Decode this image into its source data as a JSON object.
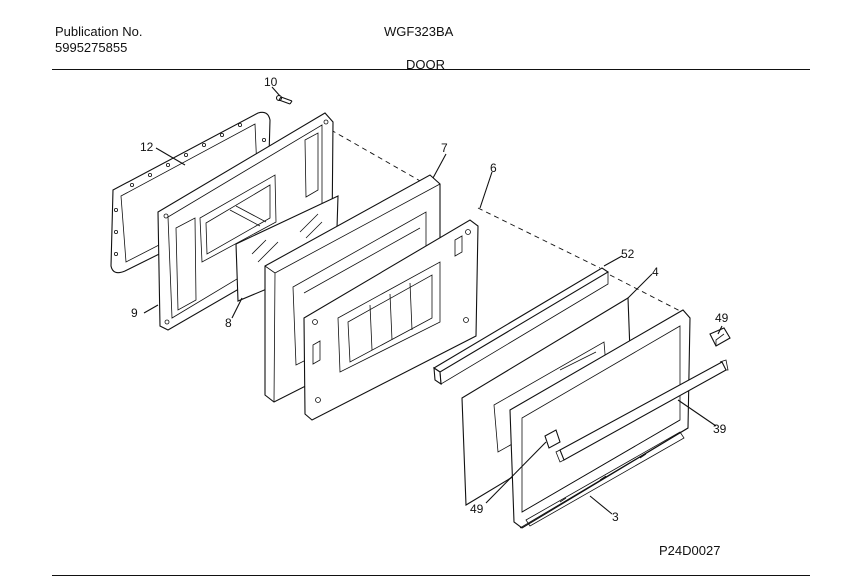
{
  "header": {
    "publication_label": "Publication No.",
    "publication_number": "5995275855",
    "model": "WGF323BA",
    "section": "DOOR"
  },
  "figure_code": "P24D0027",
  "callouts": [
    {
      "id": "c10",
      "label": "10"
    },
    {
      "id": "c12",
      "label": "12"
    },
    {
      "id": "c7",
      "label": "7"
    },
    {
      "id": "c6",
      "label": "6"
    },
    {
      "id": "c9",
      "label": "9"
    },
    {
      "id": "c8",
      "label": "8"
    },
    {
      "id": "c52",
      "label": "52"
    },
    {
      "id": "c4",
      "label": "4"
    },
    {
      "id": "c49a",
      "label": "49"
    },
    {
      "id": "c39",
      "label": "39"
    },
    {
      "id": "c49b",
      "label": "49"
    },
    {
      "id": "c3",
      "label": "3"
    }
  ]
}
